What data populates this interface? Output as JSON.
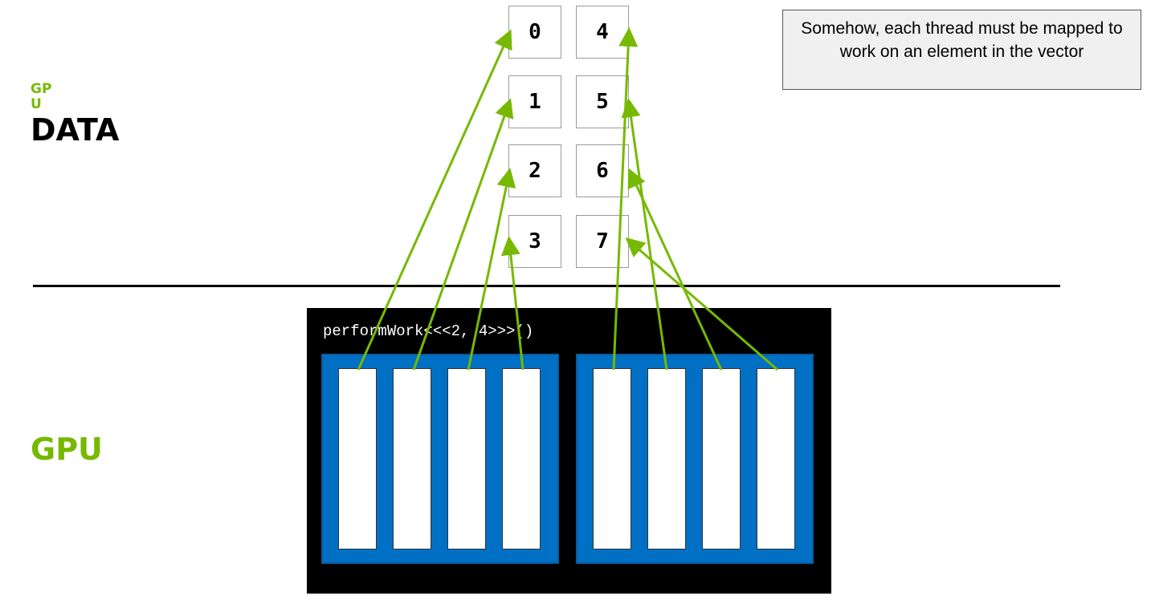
{
  "labels": {
    "gpu_small": "GPU",
    "data": "DATA",
    "gpu": "GPU"
  },
  "vector_elements": [
    "0",
    "1",
    "2",
    "3",
    "4",
    "5",
    "6",
    "7"
  ],
  "callout_text": "Somehow, each thread must be mapped to work on an element in the vector",
  "launch_code": "performWork<<<2, 4>>>()",
  "grid": {
    "blocks": 2,
    "threads_per_block": 4
  },
  "colors": {
    "arrow": "#76b900",
    "block": "#0070c5",
    "gpu_background": "#000000",
    "accent_green": "#76b900"
  }
}
